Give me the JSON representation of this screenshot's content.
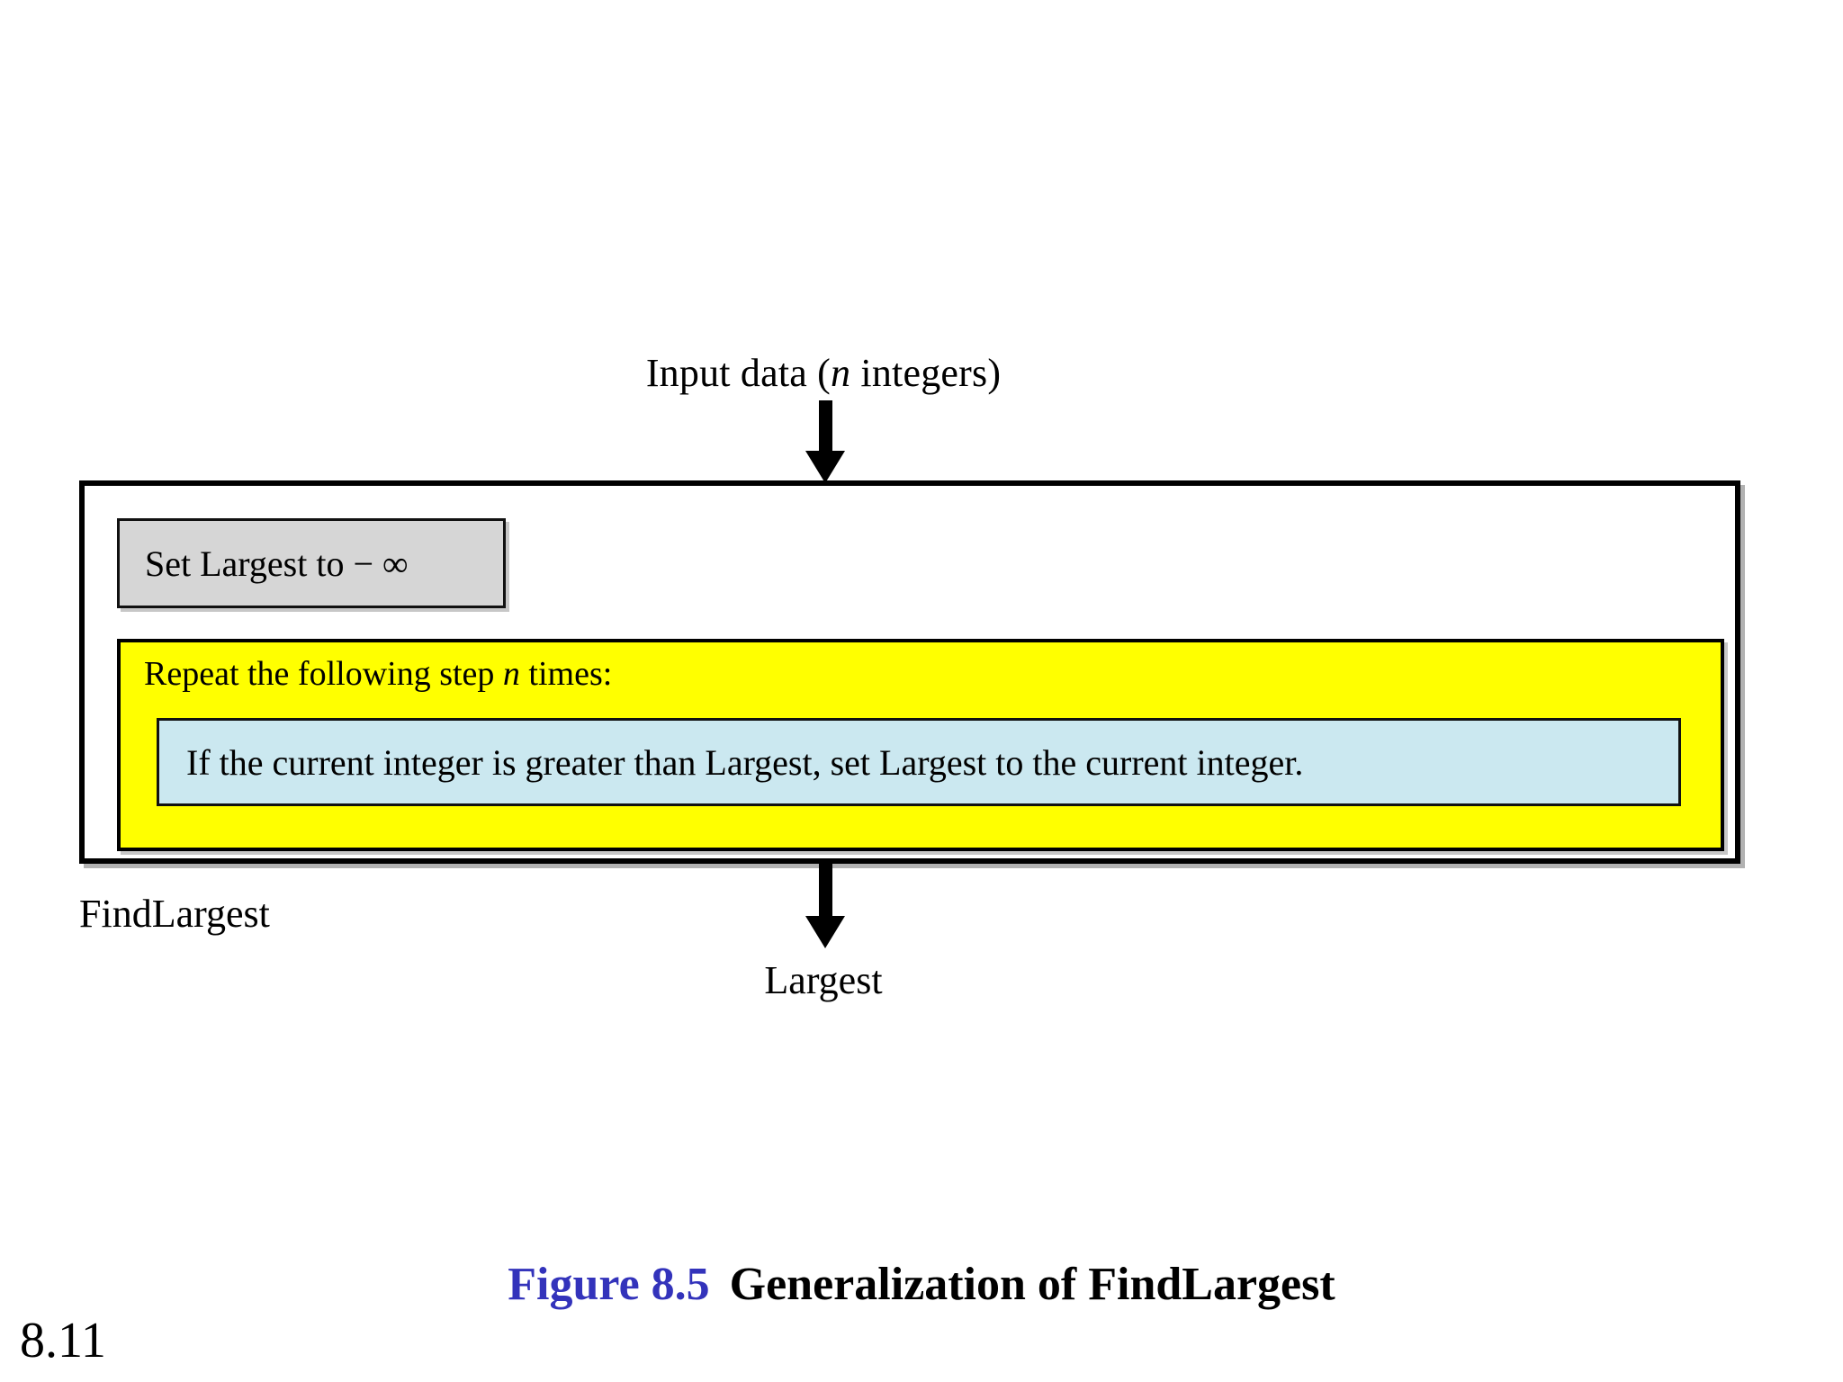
{
  "figure": {
    "input_label_prefix": "Input data (",
    "input_label_var": "n",
    "input_label_suffix": " integers)",
    "input_label_full": "Input data (n integers)",
    "init_statement": "Set Largest to − ∞",
    "loop_header_prefix": "Repeat the following step ",
    "loop_header_var": "n",
    "loop_header_suffix": " times:",
    "loop_header_full": "Repeat the following step n times:",
    "loop_body": "If the current integer is greater than Largest, set Largest to the current integer.",
    "algorithm_name": "FindLargest",
    "output_label": "Largest",
    "arrow_in_icon": "arrow-down-icon",
    "arrow_out_icon": "arrow-down-icon"
  },
  "caption": {
    "figure_number": "Figure 8.5",
    "figure_title": "Generalization of FindLargest"
  },
  "slide": {
    "number": "8.11"
  },
  "colors": {
    "init_box_fill": "#d6d6d6",
    "loop_box_fill": "#ffff00",
    "body_box_fill": "#cbe8f0",
    "outline": "#000000",
    "caption_accent": "#3333bb",
    "page_background": "#ffffff"
  }
}
